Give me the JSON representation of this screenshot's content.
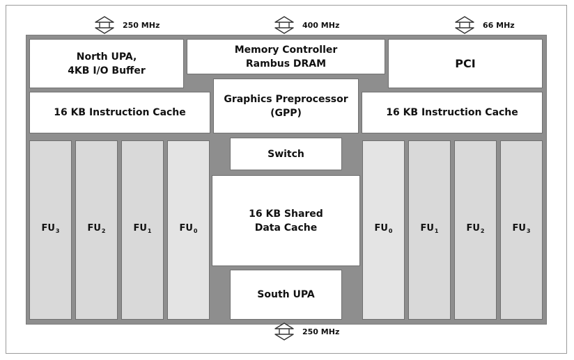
{
  "buses": {
    "top_left": "250 MHz",
    "top_center": "400 MHz",
    "top_right": "66 MHz",
    "bottom": "250 MHz"
  },
  "blocks": {
    "north_upa": [
      "North UPA,",
      "4KB I/O Buffer"
    ],
    "memory_controller": [
      "Memory Controller",
      "Rambus DRAM"
    ],
    "pci": "PCI",
    "icache_left": "16 KB Instruction Cache",
    "gpp": [
      "Graphics Preprocessor",
      "(GPP)"
    ],
    "icache_right": "16 KB Instruction Cache",
    "switch": "Switch",
    "shared_cache": [
      "16 KB Shared",
      "Data Cache"
    ],
    "south_upa": "South UPA"
  },
  "fu_left": [
    {
      "base": "FU",
      "sub": "3"
    },
    {
      "base": "FU",
      "sub": "2"
    },
    {
      "base": "FU",
      "sub": "1"
    },
    {
      "base": "FU",
      "sub": "0"
    }
  ],
  "fu_right": [
    {
      "base": "FU",
      "sub": "0"
    },
    {
      "base": "FU",
      "sub": "1"
    },
    {
      "base": "FU",
      "sub": "2"
    },
    {
      "base": "FU",
      "sub": "3"
    }
  ],
  "icons": {
    "bus_arrow": "double-headed-bus-arrow-icon"
  },
  "colors": {
    "chip_background": "#8e8e8e",
    "block_fill": "#ffffff",
    "fu_fill": "#d9d9d9",
    "fu0_fill": "#e4e4e4"
  }
}
